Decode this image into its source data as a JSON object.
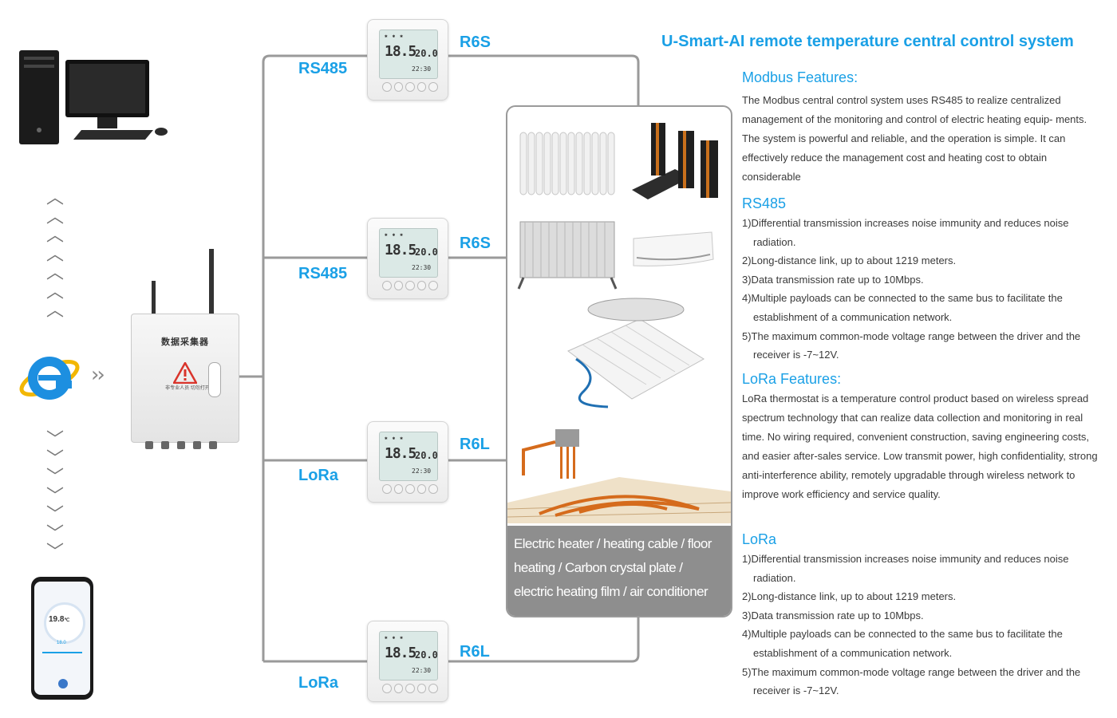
{
  "title": "U-Smart-AI remote temperature central control system",
  "buses": [
    {
      "bus": "RS485",
      "model": "R6S"
    },
    {
      "bus": "RS485",
      "model": "R6S"
    },
    {
      "bus": "LoRa",
      "model": "R6L"
    },
    {
      "bus": "LoRa",
      "model": "R6L"
    }
  ],
  "thermostat_display": {
    "temp": "18.5",
    "set": "20.0",
    "time": "22:30"
  },
  "collector_label": "数据采集器",
  "collector_warning": "非专业人员 切勿打开",
  "phone_display": {
    "temp": "19.8",
    "unit": "℃",
    "set": "18.0"
  },
  "appliances_caption": "Electric heater / heating cable / floor heating / Carbon crystal plate / electric heating film / air conditioner",
  "modbus": {
    "heading": "Modbus Features:",
    "text": "The Modbus central control system uses RS485 to realize centralized management of the monitoring and control of electric heating equip- ments. The system is powerful and reliable, and the operation is simple. It can effectively reduce the management cost and heating cost to obtain considerable"
  },
  "rs485": {
    "heading": "RS485",
    "items": [
      "1)Differential transmission increases noise immunity and reduces noise radiation.",
      "2)Long-distance link, up to about 1219 meters.",
      "3)Data transmission rate up to 10Mbps.",
      "4)Multiple payloads can be connected to the same bus to facilitate the establishment of a communication network.",
      "5)The maximum common-mode voltage range between the driver and the receiver is -7~12V."
    ]
  },
  "lora_features": {
    "heading": "LoRa Features:",
    "text": "LoRa thermostat is a temperature control product based on wireless spread spectrum technology that can realize data collection and monitoring in real time. No wiring required, convenient construction, saving engineering costs, and easier after-sales service. Low transmit power, high confidentiality, strong anti-interference ability, remotely upgradable through wireless network to improve work efficiency and service quality."
  },
  "lora": {
    "heading": "LoRa",
    "items": [
      "1)Differential transmission increases noise immunity and reduces noise radiation.",
      "2)Long-distance link, up to about 1219 meters.",
      "3)Data transmission rate up to 10Mbps.",
      "4)Multiple payloads can be connected to the same bus to facilitate the establishment of a communication network.",
      "5)The maximum common-mode voltage range between the driver and the receiver is -7~12V."
    ]
  },
  "colors": {
    "accent": "#1aa0e6",
    "wire": "#9a9a9a",
    "text": "#3a3a3a",
    "caption_bg": "#8e8e8e"
  }
}
